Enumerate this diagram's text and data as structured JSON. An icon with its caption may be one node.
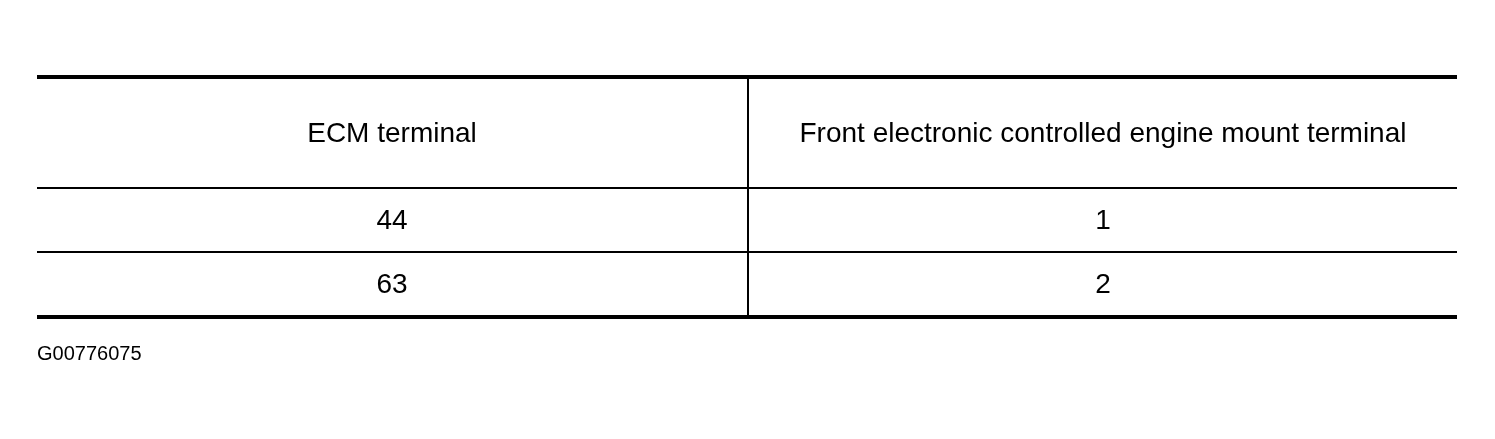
{
  "diagram": {
    "labels": [
      "ECM terminal",
      "Front electronic controlled engine mount terminal",
      "44",
      "1",
      "63",
      "2",
      "G00776075"
    ]
  }
}
